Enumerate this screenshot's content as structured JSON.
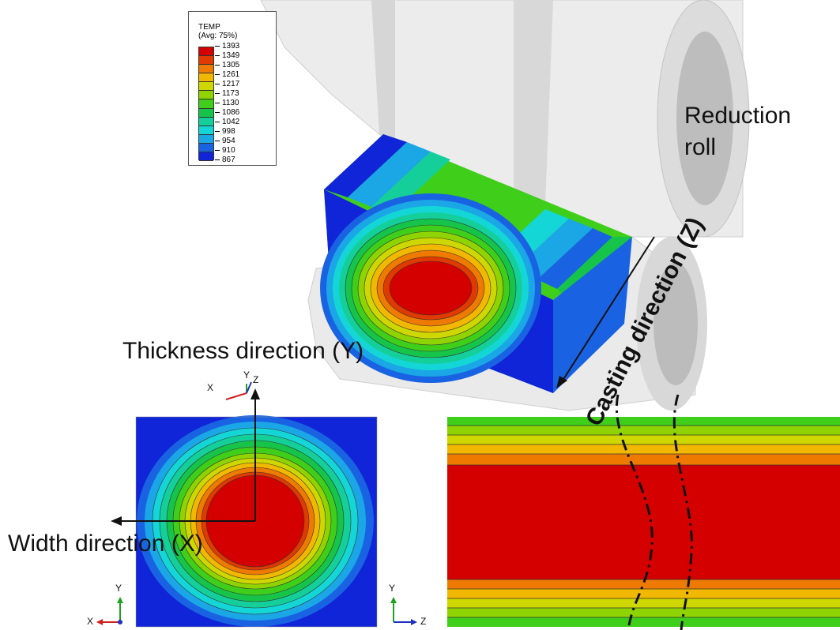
{
  "legend": {
    "title": "TEMP",
    "subtitle": "(Avg: 75%)",
    "values": [
      "1393",
      "1349",
      "1305",
      "1261",
      "1217",
      "1173",
      "1130",
      "1086",
      "1042",
      "998",
      "954",
      "910",
      "867"
    ],
    "colors": [
      "#d40000",
      "#e03a00",
      "#ee7a00",
      "#f2b800",
      "#cfd700",
      "#8fd400",
      "#3fce1a",
      "#16c44a",
      "#14cf9a",
      "#15d6d6",
      "#1ba6e6",
      "#1963e2",
      "#1024d8"
    ]
  },
  "labels": {
    "reduction_line1": "Reduction",
    "reduction_line2": "roll",
    "casting_direction": "Casting direction (Z)",
    "thickness_direction": "Thickness direction (Y)",
    "width_direction": "Width direction (X)"
  },
  "triads": {
    "top": {
      "x": "X",
      "y": "Y",
      "z": "Z"
    },
    "bottom_left": {
      "x": "X",
      "y": "Y"
    },
    "bottom_right": {
      "y": "Y",
      "z": "Z"
    }
  },
  "colors": {
    "roll": "#e8e8e8",
    "roll_edge": "#c8c8c8",
    "core": "#d40000"
  }
}
